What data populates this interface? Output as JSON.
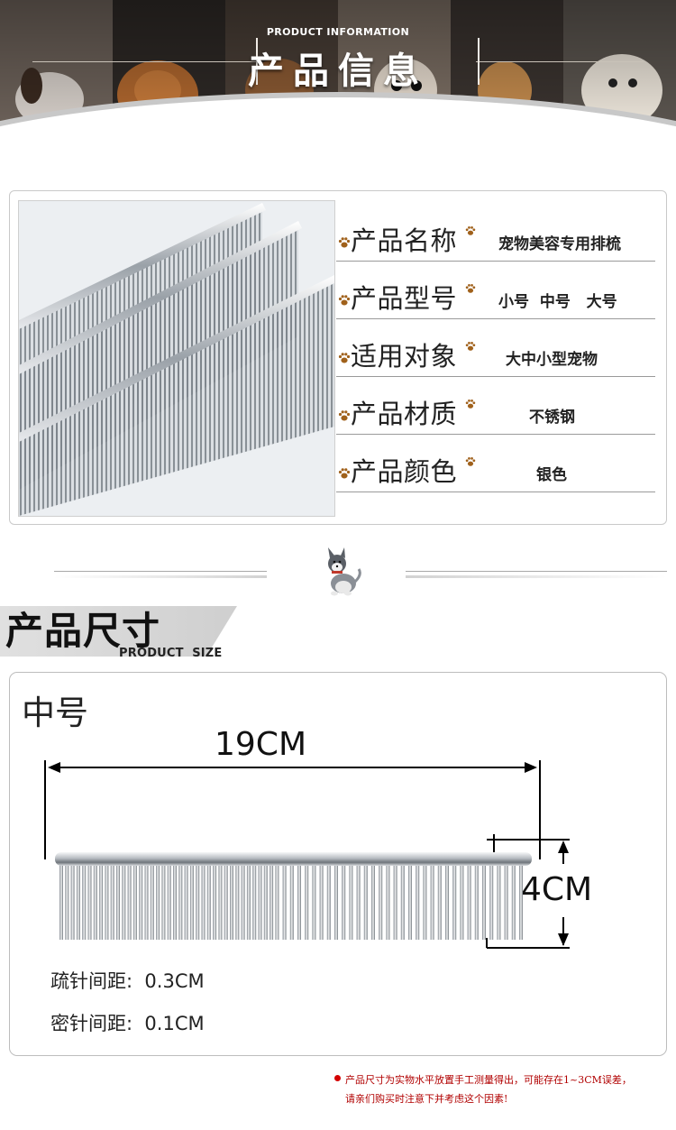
{
  "banner": {
    "subtitle_en": "PRODUCT INFORMATION",
    "title_cn": "产品信息"
  },
  "info": {
    "rows": [
      {
        "label": "产品名称",
        "value": "宠物美容专用排梳"
      },
      {
        "label": "产品型号",
        "value": "小号  中号   大号"
      },
      {
        "label": "适用对象",
        "value": "大中小型宠物"
      },
      {
        "label": "产品材质",
        "value": "不锈钢"
      },
      {
        "label": "产品颜色",
        "value": "银色"
      }
    ]
  },
  "size_section": {
    "title_cn": "产品尺寸",
    "title_en": "PRODUCT  SIZE"
  },
  "size_card": {
    "model": "中号",
    "length": "19CM",
    "height": "4CM",
    "sparse_spacing": "疏针间距:  0.3CM",
    "dense_spacing": "密针间距:  0.1CM"
  },
  "note": {
    "line1": "产品尺寸为实物水平放置手工测量得出，可能存在1~3CM误差，",
    "line2": "请亲们购买时注意下并考虑这个因素!"
  },
  "colors": {
    "paw": "#a0611b",
    "note_red": "#b10000",
    "divider_accent": "#c87a7a"
  }
}
